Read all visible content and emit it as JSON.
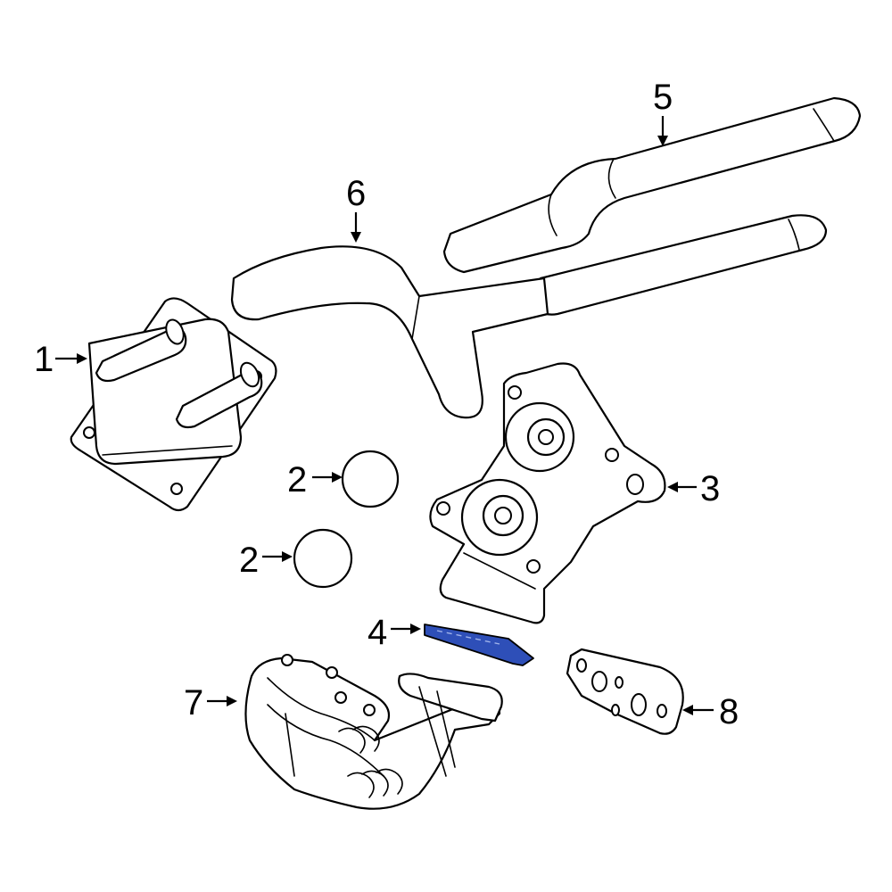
{
  "diagram": {
    "highlight_color": "#2e4fb8",
    "callouts": [
      "1",
      "2",
      "2",
      "3",
      "4",
      "5",
      "6",
      "7",
      "8"
    ]
  }
}
